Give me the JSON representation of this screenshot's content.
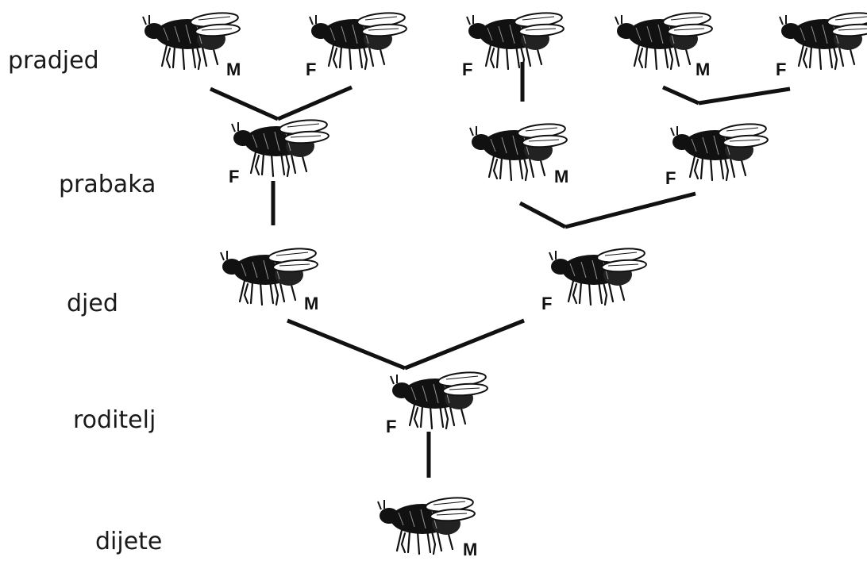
{
  "generations": [
    {
      "id": "pradjed",
      "label": "pradjed"
    },
    {
      "id": "prabaka",
      "label": "prabaka"
    },
    {
      "id": "djed",
      "label": "djed"
    },
    {
      "id": "roditelj",
      "label": "roditelj"
    },
    {
      "id": "dijete",
      "label": "dijete"
    }
  ],
  "bees": [
    {
      "id": "b1",
      "generation": "pradjed",
      "sex": "M"
    },
    {
      "id": "b2",
      "generation": "pradjed",
      "sex": "F"
    },
    {
      "id": "b3",
      "generation": "pradjed",
      "sex": "F"
    },
    {
      "id": "b4",
      "generation": "pradjed",
      "sex": "M"
    },
    {
      "id": "b5",
      "generation": "pradjed",
      "sex": "F"
    },
    {
      "id": "b6",
      "generation": "prabaka",
      "sex": "F"
    },
    {
      "id": "b7",
      "generation": "prabaka",
      "sex": "M"
    },
    {
      "id": "b8",
      "generation": "prabaka",
      "sex": "F"
    },
    {
      "id": "b9",
      "generation": "djed",
      "sex": "M"
    },
    {
      "id": "b10",
      "generation": "djed",
      "sex": "F"
    },
    {
      "id": "b11",
      "generation": "roditelj",
      "sex": "F"
    },
    {
      "id": "b12",
      "generation": "dijete",
      "sex": "M"
    }
  ],
  "links": [
    [
      "b1",
      "b6"
    ],
    [
      "b2",
      "b6"
    ],
    [
      "b3",
      "b7"
    ],
    [
      "b4",
      "b8"
    ],
    [
      "b5",
      "b8"
    ],
    [
      "b6",
      "b9"
    ],
    [
      "b7",
      "b10"
    ],
    [
      "b8",
      "b10"
    ],
    [
      "b9",
      "b11"
    ],
    [
      "b10",
      "b11"
    ],
    [
      "b11",
      "b12"
    ]
  ],
  "colors": {
    "ink": "#111111",
    "wing": "#ffffff",
    "background": "#ffffff"
  }
}
